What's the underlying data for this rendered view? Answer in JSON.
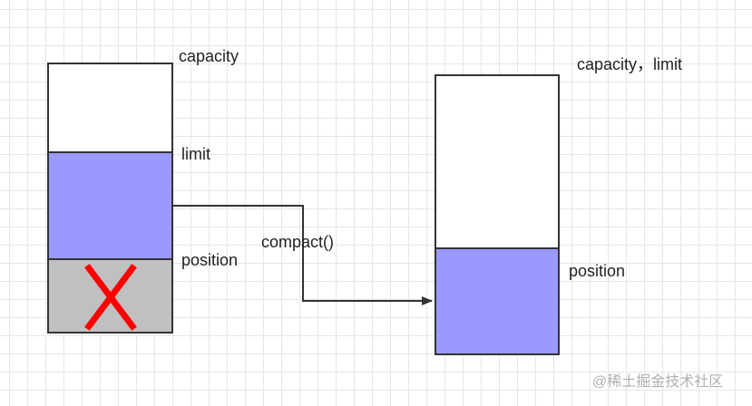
{
  "labels": {
    "left_capacity": "capacity",
    "left_limit": "limit",
    "left_position": "position",
    "operation": "compact()",
    "right_capacity_limit": "capacity，limit",
    "right_position": "position"
  },
  "watermark": "@稀土掘金技术社区",
  "colors": {
    "filled": "#9999ff",
    "discarded": "#c0c0c0",
    "cross": "#ff0000",
    "outline": "#333333",
    "grid": "#e6e6e6"
  }
}
